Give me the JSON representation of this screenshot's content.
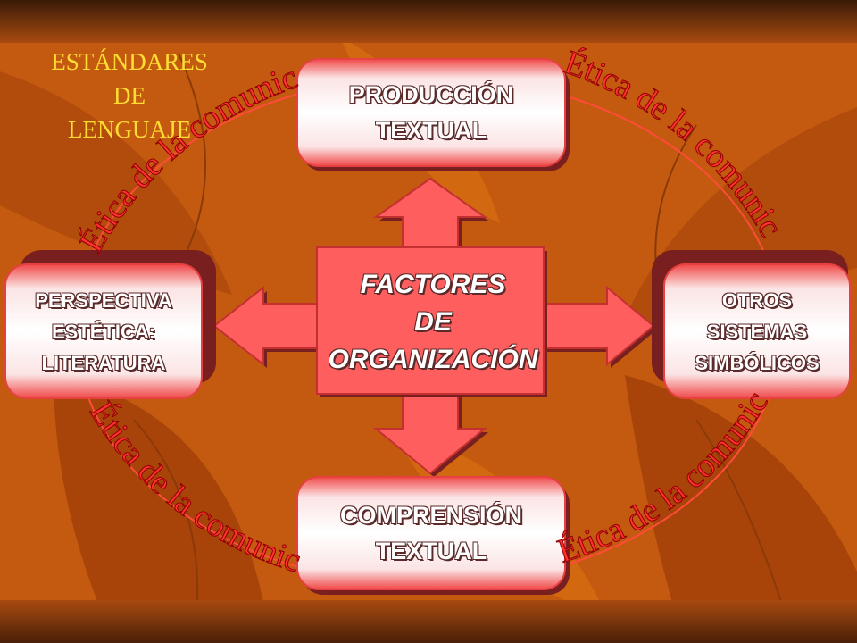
{
  "corner_title": {
    "line1": "ESTÁNDARES",
    "line2": "DE",
    "line3": "LENGUAJE"
  },
  "nodes": {
    "top": {
      "line1": "PRODUCCIÓN",
      "line2": "TEXTUAL"
    },
    "bottom": {
      "line1": "COMPRENSIÓN",
      "line2": "TEXTUAL"
    },
    "left": {
      "line1": "PERSPECTIVA",
      "line2": "ESTÉTICA:",
      "line3": "LITERATURA"
    },
    "right": {
      "line1": "OTROS",
      "line2": "SISTEMAS",
      "line3": "SIMBÓLICOS"
    },
    "center": {
      "line1": "FACTORES",
      "line2": "DE",
      "line3": "ORGANIZACIÓN"
    }
  },
  "arc_label": "Ética de la comunicación",
  "colors": {
    "background": "#c45a10",
    "box_fill": "#ff5e5e",
    "box_face": "#f8e0e0",
    "title_text": "#ffdd33",
    "arc_text": "#ff3030"
  }
}
